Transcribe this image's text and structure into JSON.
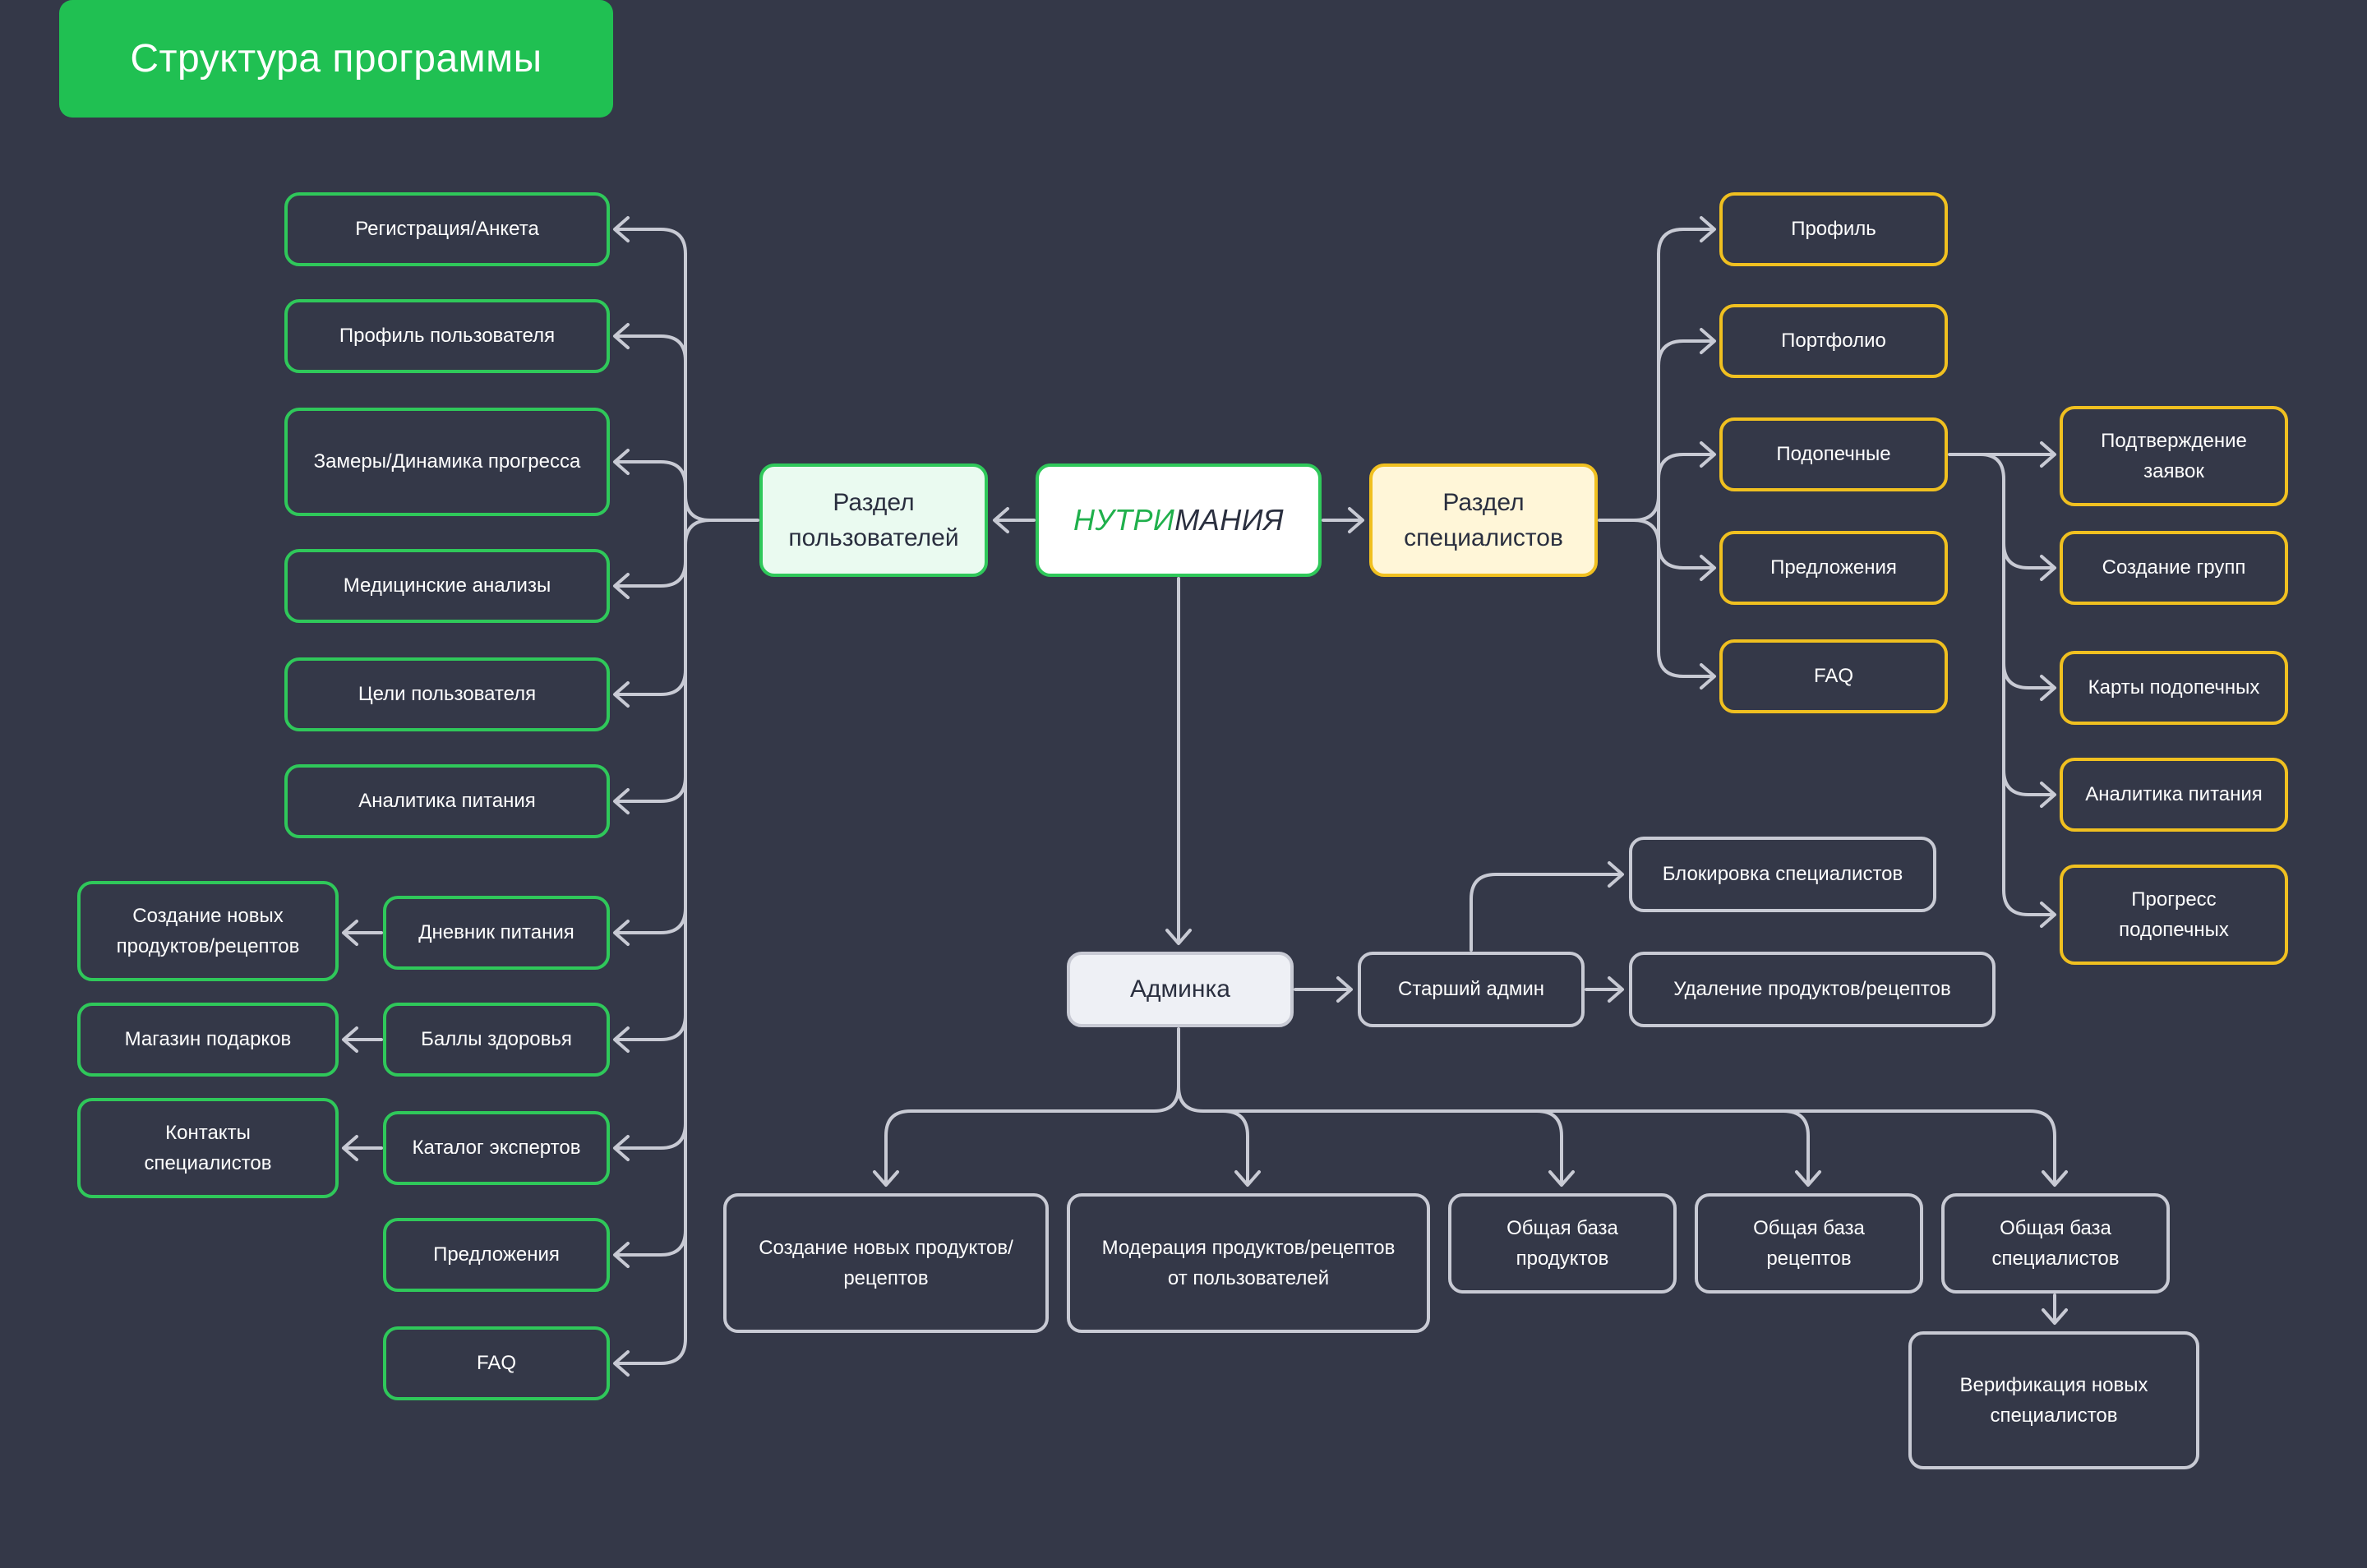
{
  "title": "Структура программы",
  "brand": {
    "part1": "НУТРИ",
    "part2": "МАНИЯ"
  },
  "colors": {
    "background": "#343848",
    "green": "#2fc85a",
    "yellow": "#f0c020",
    "gray": "#c8cad4",
    "connector": "#c8cad4"
  },
  "users_hub": "Раздел\nпользователей",
  "specialists_hub": "Раздел\nспециалистов",
  "admin_hub": "Админка",
  "user_section": {
    "items": [
      "Регистрация/Анкета",
      "Профиль пользователя",
      "Замеры/Динамика прогресса",
      "Медицинские анализы",
      "Цели пользователя",
      "Аналитика питания",
      "Дневник питания",
      "Баллы здоровья",
      "Каталог экспертов",
      "Предложения",
      "FAQ"
    ],
    "sub_items": [
      "Создание новых\nпродуктов/рецептов",
      "Магазин подарков",
      "Контакты\nспециалистов"
    ]
  },
  "specialist_section": {
    "items": [
      "Профиль",
      "Портфолио",
      "Подопечные",
      "Предложения",
      "FAQ"
    ],
    "sub_items": [
      "Подтверждение\nзаявок",
      "Создание групп",
      "Карты подопечных",
      "Аналитика питания",
      "Прогресс\nподопечных"
    ]
  },
  "admin_section": {
    "senior_admin": "Старший админ",
    "senior_items": [
      "Блокировка специалистов",
      "Удаление продуктов/рецептов"
    ],
    "items": [
      "Создание новых продуктов/\nрецептов",
      "Модерация продуктов/рецептов\nот пользователей",
      "Общая база\nпродуктов",
      "Общая база\nрецептов",
      "Общая база\nспециалистов"
    ],
    "verification": "Верификация новых\nспециалистов"
  }
}
